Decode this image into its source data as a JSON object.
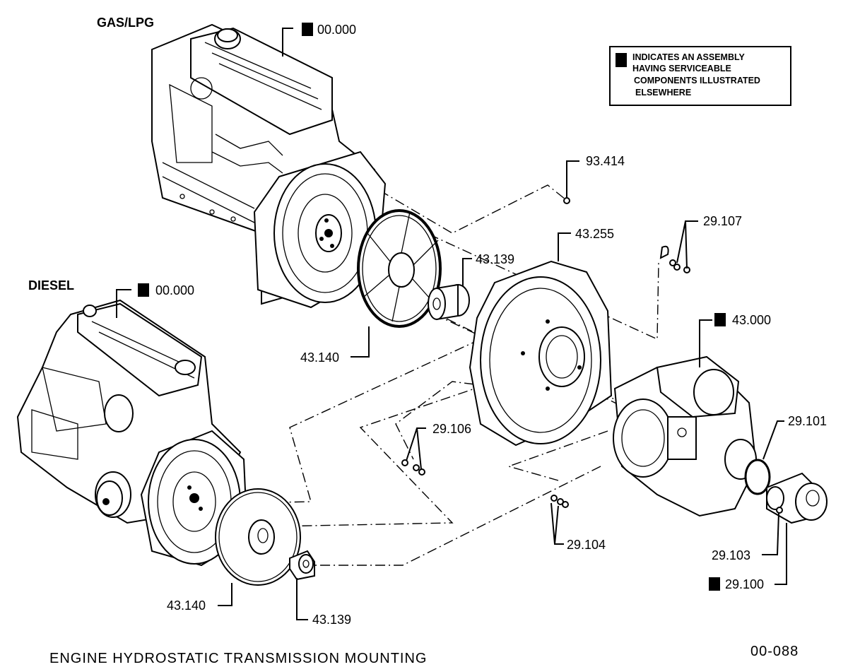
{
  "headings": {
    "gas_lpg": "GAS/LPG",
    "diesel": "DIESEL"
  },
  "legend": {
    "line1": "INDICATES AN ASSEMBLY",
    "line2": "HAVING SERVICEABLE",
    "line3": "COMPONENTS ILLUSTRATED",
    "line4": "ELSEWHERE"
  },
  "callouts": {
    "gas_engine_assy": "00.000",
    "diesel_engine_assy": "00.000",
    "bolt_93414": "93.414",
    "bolts_29107": "29.107",
    "housing_43255": "43.255",
    "coupling_43139_top": "43.139",
    "plate_43140_top": "43.140",
    "pump_assy_43000": "43.000",
    "oring_29101": "29.101",
    "bolts_29106": "29.106",
    "bolts_29104": "29.104",
    "bolt_29103": "29.103",
    "charge_pump_29100": "29.100",
    "plate_43140_bottom": "43.140",
    "coupling_43139_bottom": "43.139"
  },
  "footer": {
    "caption": "ENGINE  HYDROSTATIC  TRANSMISSION  MOUNTING",
    "figure_number": "00-088"
  }
}
